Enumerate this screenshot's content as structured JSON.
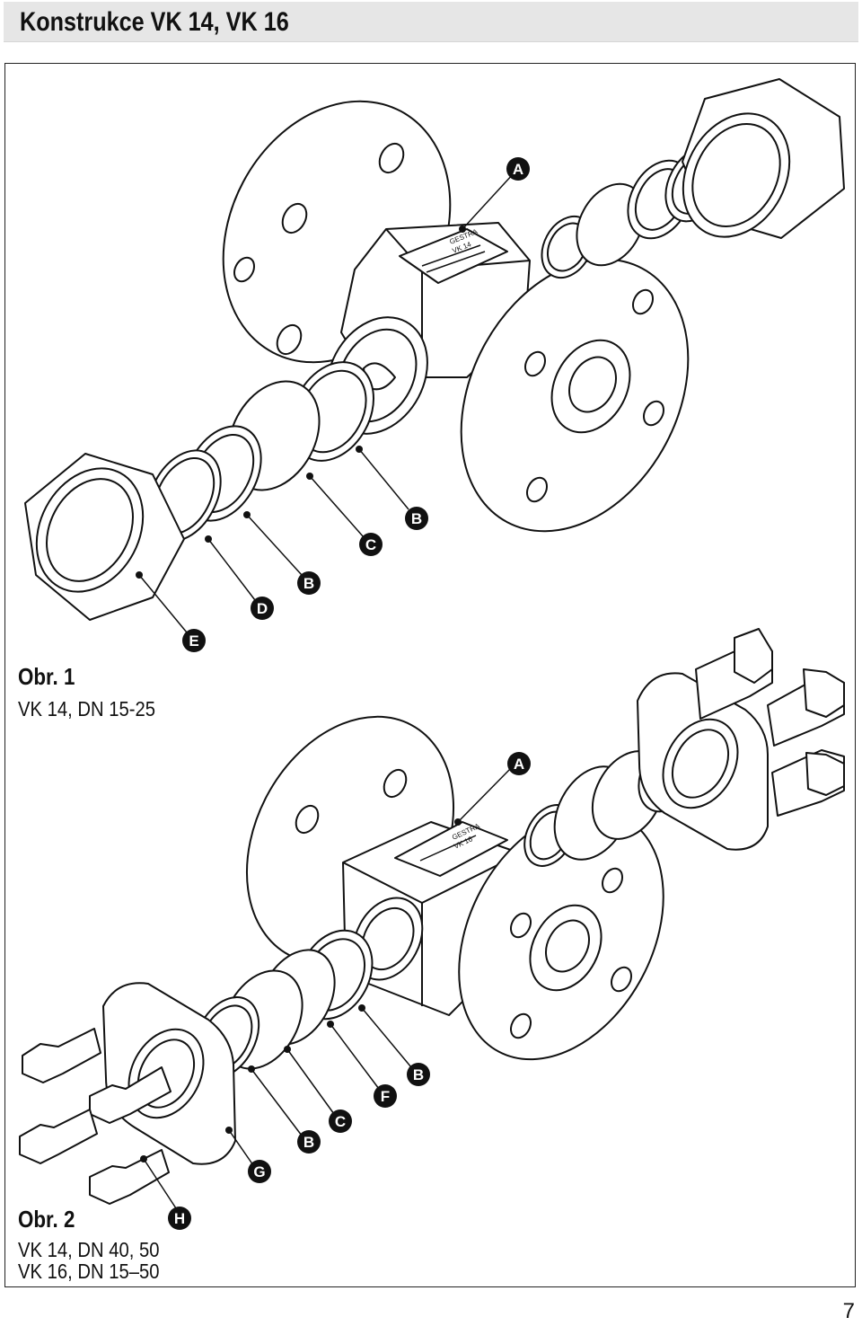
{
  "header": {
    "title": "Konstrukce VK 14, VK 16"
  },
  "figure1": {
    "title": "Obr. 1",
    "subtitle": "VK 14, DN 15-25",
    "plate": [
      "GESTRA",
      "VK 14"
    ],
    "callouts": [
      "A",
      "B",
      "C",
      "B",
      "D",
      "E"
    ]
  },
  "figure2": {
    "title": "Obr. 2",
    "subtitle_lines": [
      "VK 14, DN 40, 50",
      "VK 16, DN 15–50"
    ],
    "plate": [
      "GESTRA",
      "VK 16"
    ],
    "callouts": [
      "A",
      "B",
      "F",
      "C",
      "B",
      "G",
      "H"
    ]
  },
  "page_number": "7"
}
